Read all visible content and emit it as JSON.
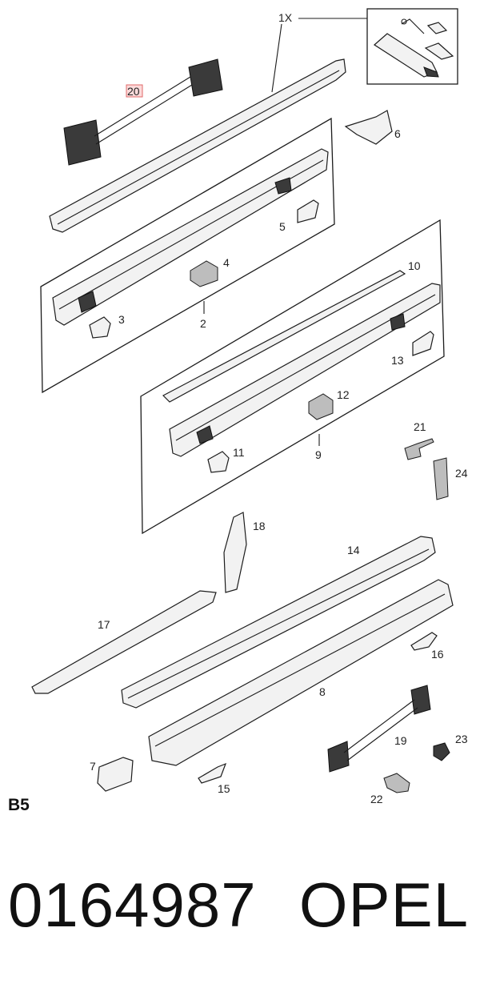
{
  "callouts": {
    "c1x": "1X",
    "c20": "20",
    "c6": "6",
    "c5": "5",
    "c4": "4",
    "c3": "3",
    "c2": "2",
    "c10": "10",
    "c13": "13",
    "c12": "12",
    "c11": "11",
    "c9": "9",
    "c21": "21",
    "c24": "24",
    "c18": "18",
    "c14": "14",
    "c17": "17",
    "c16": "16",
    "c8": "8",
    "c19": "19",
    "c23": "23",
    "c7": "7",
    "c15": "15",
    "c22": "22"
  },
  "highlighted_callout": "20",
  "colors": {
    "highlight_fill": "#fbdada",
    "highlight_stroke": "#e06a6a"
  },
  "page_label": "B5",
  "footer": {
    "part_number": "0164987",
    "brand": "OPEL"
  }
}
